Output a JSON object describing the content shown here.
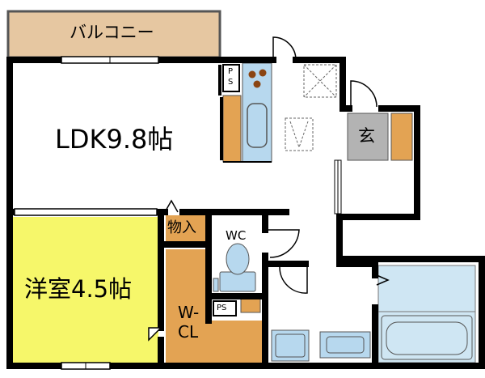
{
  "rooms": {
    "balcony": "バルコニー",
    "ldk": "LDK9.8帖",
    "western_room": "洋室4.5帖",
    "entrance": "玄",
    "storage": "物入",
    "wc": "WC",
    "walk_in_closet_line1": "W-",
    "walk_in_closet_line2": "CL",
    "pipe_space_top_line1": "P",
    "pipe_space_top_line2": "S",
    "pipe_space_bottom": "PS"
  },
  "colors": {
    "wall": "#000000",
    "balcony_fill": "#e6c7a1",
    "western_room_fill": "#f6f76a",
    "closet_fill": "#e3a353",
    "kitchen_blue": "#b7d8ee",
    "entrance_gray": "#b3b3b3",
    "bath_blue": "#cfe6f3",
    "stove_brown": "#8b4513"
  }
}
